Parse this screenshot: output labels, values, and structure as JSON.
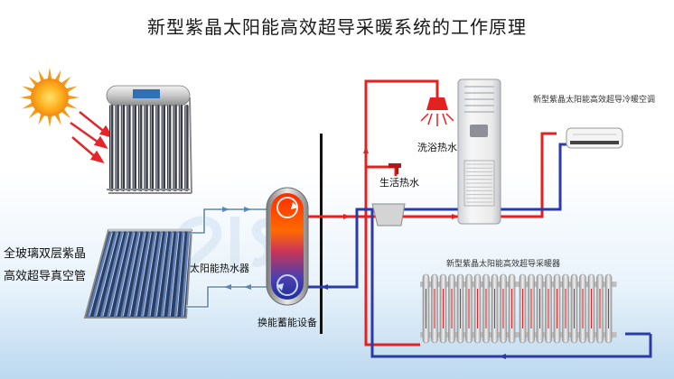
{
  "title": "新型紫晶太阳能高效超导采暖系统的工作原理",
  "labels": {
    "ac_unit": "新型紫晶太阳能高效超导冷暖空调",
    "shower": "洗浴热水",
    "tap": "生活热水",
    "collector_line1": "全玻璃双层紫晶",
    "collector_line2": "高效超导真空管",
    "solar_water_heater": "太阳能热水器",
    "heat_exchanger": "换能蓄能设备",
    "radiator": "新型紫晶太阳能高效超导采暖器"
  },
  "colors": {
    "hot_pipe": "#e52020",
    "cold_pipe": "#2a3aa8",
    "collector_pipe": "#5b86b5",
    "background": "#ffffff",
    "sun": "#f7a21a"
  },
  "icons": {
    "sun": "sun-icon",
    "shower": "shower-head-icon",
    "tap": "faucet-icon"
  }
}
